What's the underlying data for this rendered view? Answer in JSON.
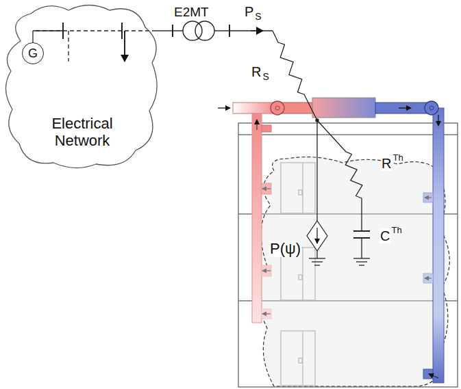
{
  "diagram": {
    "nodes": [
      {
        "text": [
          "Electrical Network"
        ]
      },
      {
        "text": [
          "G"
        ],
        "in": 0
      }
    ],
    "labels": [
      "E2MT",
      "P",
      "S",
      "R",
      "S",
      "R",
      "Th",
      "P(ψ)",
      "C",
      "Th"
    ]
  }
}
